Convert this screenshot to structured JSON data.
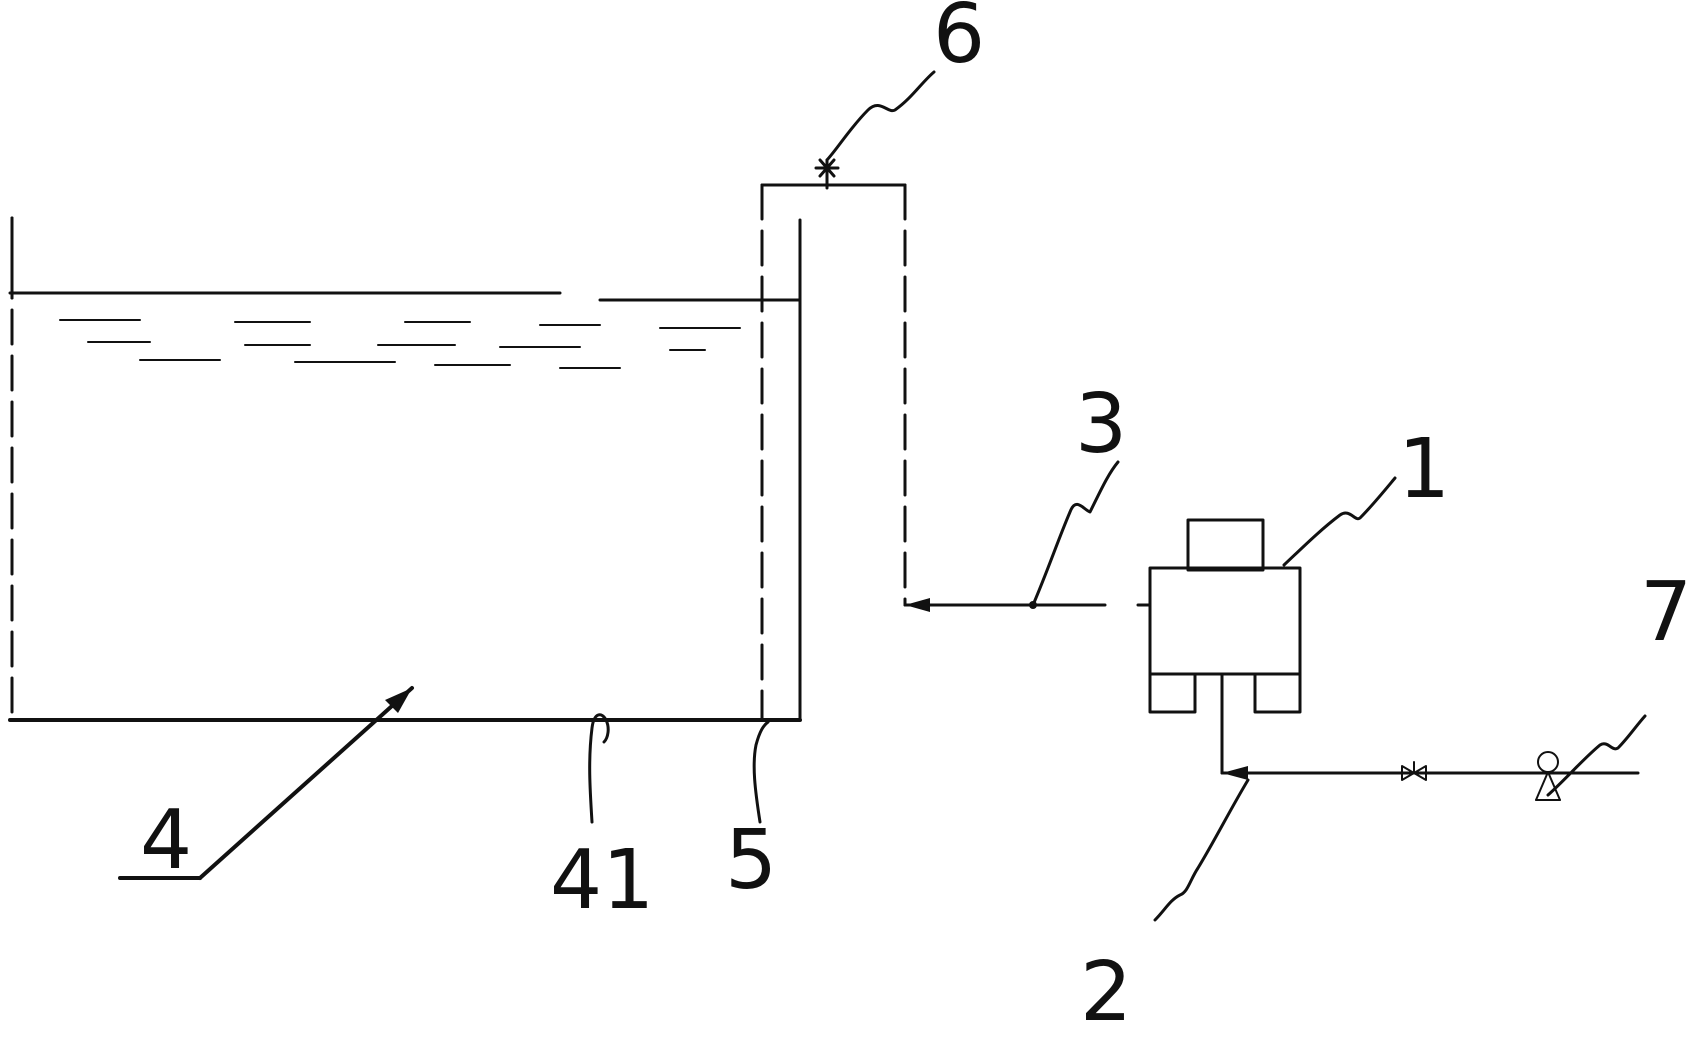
{
  "labels": {
    "pump": "1",
    "inlet_pipe": "2",
    "outlet_pipe": "3",
    "tank": "4",
    "tank_bottom": "41",
    "inner_tube": "5",
    "top_valve": "6",
    "feed_pump": "7"
  },
  "colors": {
    "ink": "#111111",
    "background": "#ffffff"
  }
}
